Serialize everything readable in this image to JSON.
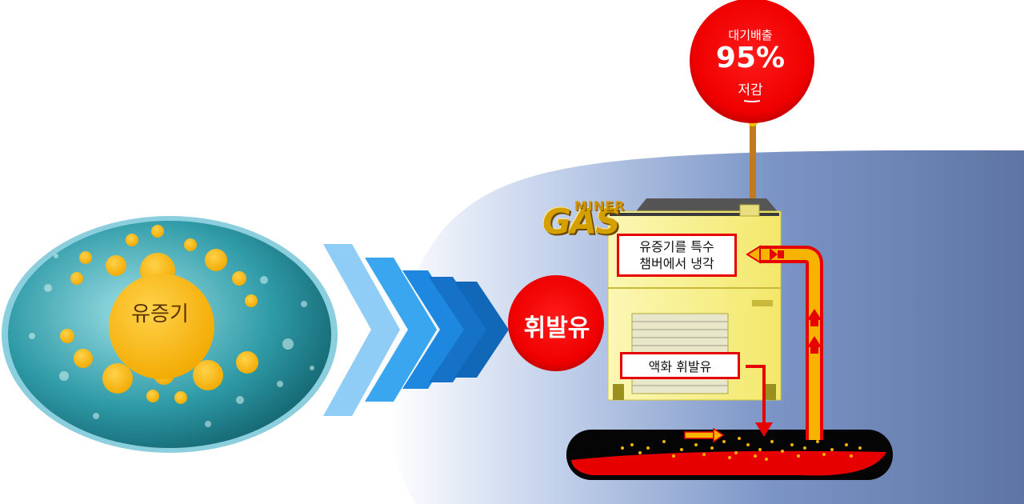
{
  "vapor_circle": {
    "label": "유증기"
  },
  "volatile_circle": {
    "label": "휘발유"
  },
  "emission_badge": {
    "top_text": "대기배출",
    "value": "95%",
    "bottom_text": "저감"
  },
  "logo": {
    "top": "MINER",
    "main": "GAS"
  },
  "cooling_box": {
    "line1": "유증기를 특수",
    "line2": "챔버에서 냉각"
  },
  "liquid_box": {
    "text": "액화 휘발유"
  },
  "colors": {
    "accent_red": "#e60000",
    "orange": "#f5b400",
    "machine_yellow": "#f7f08a",
    "blue_bg": "#6b86b8",
    "chevron_blue": "#2f8fe6"
  }
}
